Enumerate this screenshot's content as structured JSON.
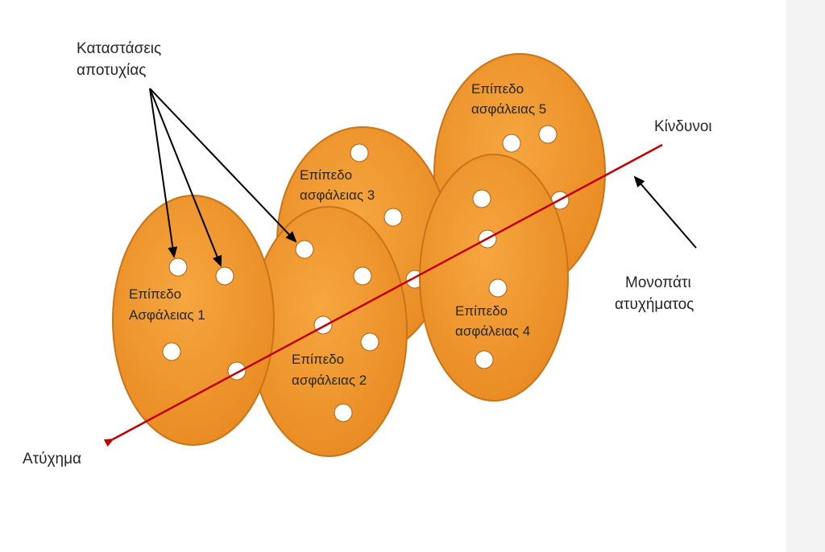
{
  "labels": {
    "failure_states": [
      "Καταστάσεις",
      "αποτυχίας"
    ],
    "hazards": "Κίνδυνοι",
    "accident": "Ατύχημα",
    "accident_path": [
      "Μονοπάτι",
      "ατυχήματος"
    ]
  },
  "layers": [
    {
      "id": 1,
      "line1": "Επίπεδο",
      "line2": "Ασφάλειας  1"
    },
    {
      "id": 2,
      "line1": "Επίπεδο",
      "line2": "ασφάλειας  2"
    },
    {
      "id": 3,
      "line1": "Επίπεδο",
      "line2": "ασφάλειας  3"
    },
    {
      "id": 4,
      "line1": "Επίπεδο",
      "line2": "ασφάλειας  4"
    },
    {
      "id": 5,
      "line1": "Επίπεδο",
      "line2": "ασφάλειας  5"
    }
  ],
  "colors": {
    "layer_fill": "#f0922a",
    "layer_stroke": "#c97418",
    "hole_fill": "#ffffff",
    "trajectory": "#c00000",
    "arrow": "#000000",
    "side_strip": "#f3f3f3"
  }
}
